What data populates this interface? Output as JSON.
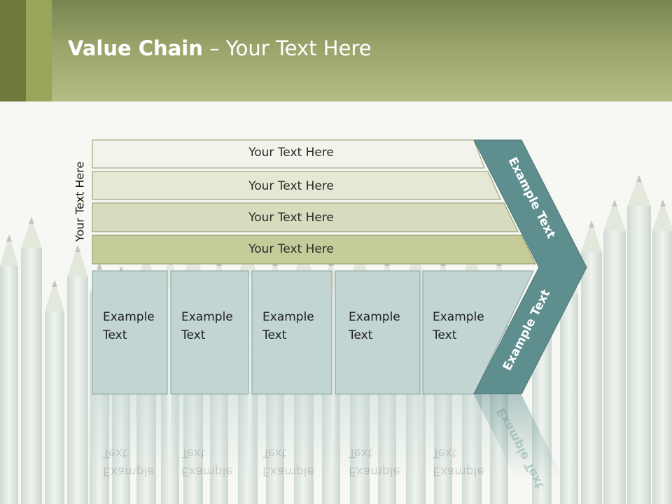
{
  "title": {
    "bold": "Value Chain",
    "rest": " – Your Text Here"
  },
  "side_label": "Your Text Here",
  "bars": [
    "Your Text Here",
    "Your Text Here",
    "Your Text Here",
    "Your Text Here"
  ],
  "boxes": [
    {
      "line1": "Example",
      "line2": "Text"
    },
    {
      "line1": "Example",
      "line2": "Text"
    },
    {
      "line1": "Example",
      "line2": "Text"
    },
    {
      "line1": "Example",
      "line2": "Text"
    },
    {
      "line1": "Example",
      "line2": "Text"
    }
  ],
  "arrow_labels": [
    "Example Text",
    "Example Text"
  ],
  "colors": {
    "header": "#98a46a",
    "arrow": "#5e8e8e",
    "box": "#c2d5d3",
    "bar1": "#f2f4ec",
    "bar2": "#e4e8d5",
    "bar3": "#d6dcbd",
    "bar4": "#c5cc9a"
  }
}
